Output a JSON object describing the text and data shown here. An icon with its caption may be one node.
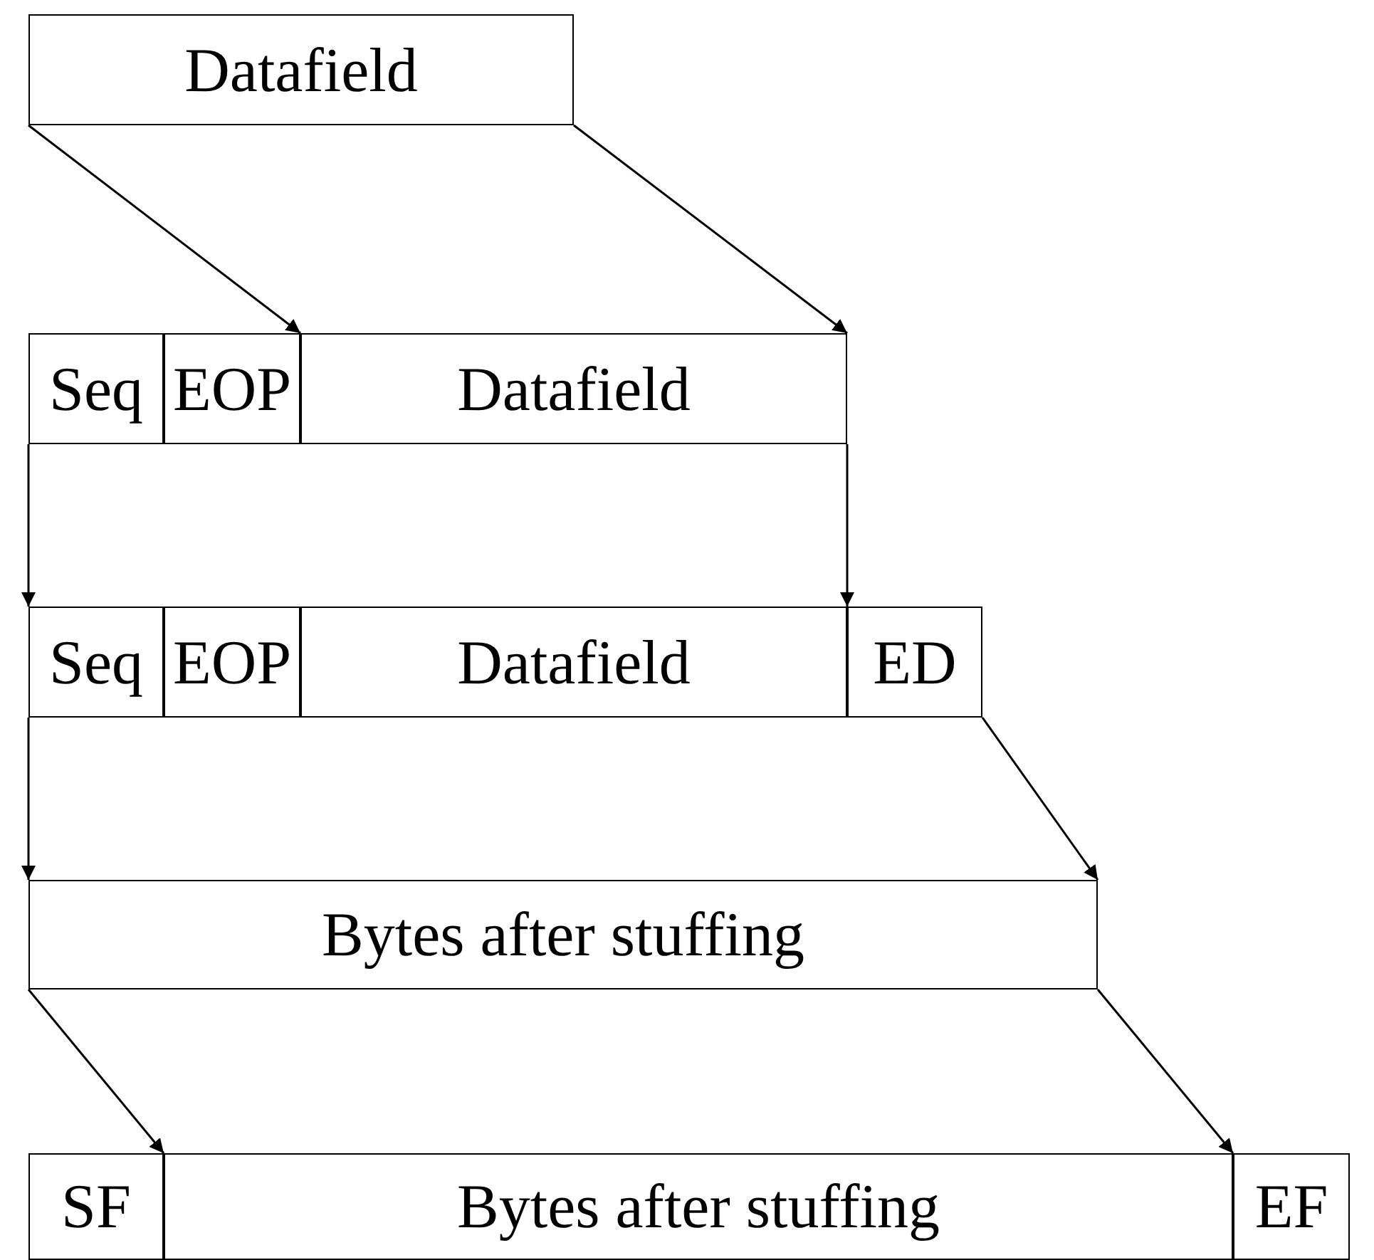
{
  "diagram": {
    "nodes": [
      {
        "text": [
          "Datafield"
        ]
      },
      {
        "text": [
          "Seq"
        ]
      },
      {
        "text": [
          "EOP"
        ]
      },
      {
        "text": [
          "Datafield"
        ]
      },
      {
        "text": [
          "Seq"
        ]
      },
      {
        "text": [
          "EOP"
        ]
      },
      {
        "text": [
          "Datafield"
        ]
      },
      {
        "text": [
          "ED"
        ]
      },
      {
        "text": [
          "Bytes after stuffing"
        ]
      },
      {
        "text": [
          "SF"
        ]
      },
      {
        "text": [
          "Bytes after stuffing"
        ]
      },
      {
        "text": [
          "EF"
        ]
      }
    ],
    "edges": [
      {
        "from": 0,
        "to": 3,
        "arrow": "to"
      },
      {
        "from": 0,
        "to": 3,
        "arrow": "to"
      },
      {
        "from": 1,
        "to": 4,
        "arrow": "to"
      },
      {
        "from": 3,
        "to": 6,
        "arrow": "to"
      },
      {
        "from": 4,
        "to": 8,
        "arrow": "to"
      },
      {
        "from": 7,
        "to": 8,
        "arrow": "to"
      },
      {
        "from": 8,
        "to": 10,
        "arrow": "to"
      },
      {
        "from": 8,
        "to": 10,
        "arrow": "to"
      }
    ]
  }
}
